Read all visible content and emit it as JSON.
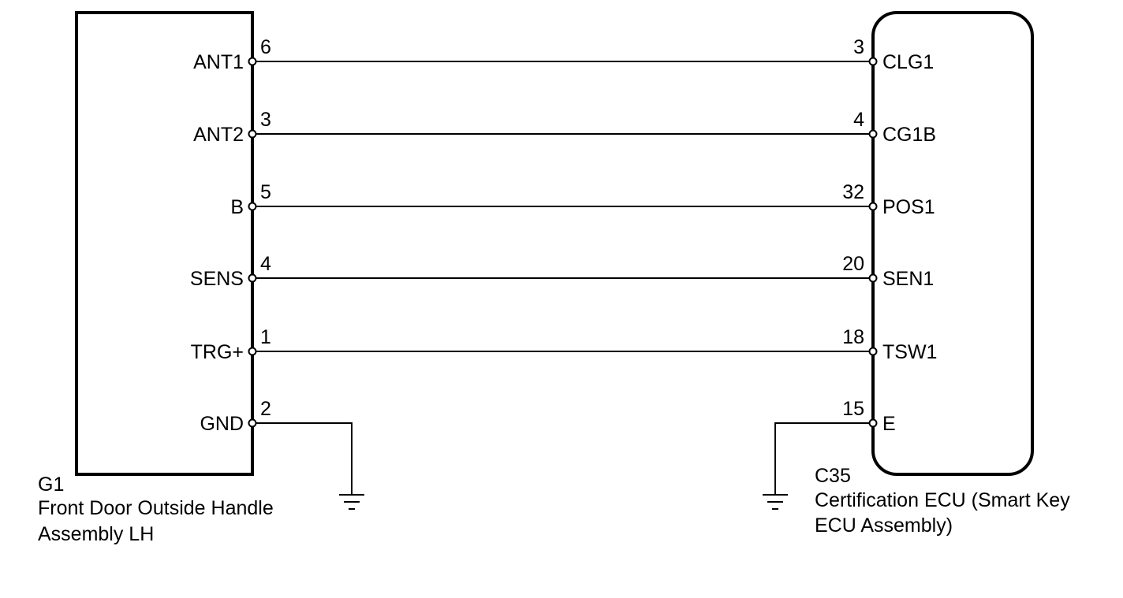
{
  "left_component": {
    "code": "G1",
    "name_line1": "Front Door Outside Handle",
    "name_line2": "Assembly LH"
  },
  "right_component": {
    "code": "C35",
    "name_line1": "Certification ECU (Smart Key",
    "name_line2": "ECU Assembly)"
  },
  "connections": [
    {
      "left_signal": "ANT1",
      "left_pin": "6",
      "right_pin": "3",
      "right_signal": "CLG1"
    },
    {
      "left_signal": "ANT2",
      "left_pin": "3",
      "right_pin": "4",
      "right_signal": "CG1B"
    },
    {
      "left_signal": "B",
      "left_pin": "5",
      "right_pin": "32",
      "right_signal": "POS1"
    },
    {
      "left_signal": "SENS",
      "left_pin": "4",
      "right_pin": "20",
      "right_signal": "SEN1"
    },
    {
      "left_signal": "TRG+",
      "left_pin": "1",
      "right_pin": "18",
      "right_signal": "TSW1"
    },
    {
      "left_signal": "GND",
      "left_pin": "2",
      "right_pin": "15",
      "right_signal": "E"
    }
  ]
}
